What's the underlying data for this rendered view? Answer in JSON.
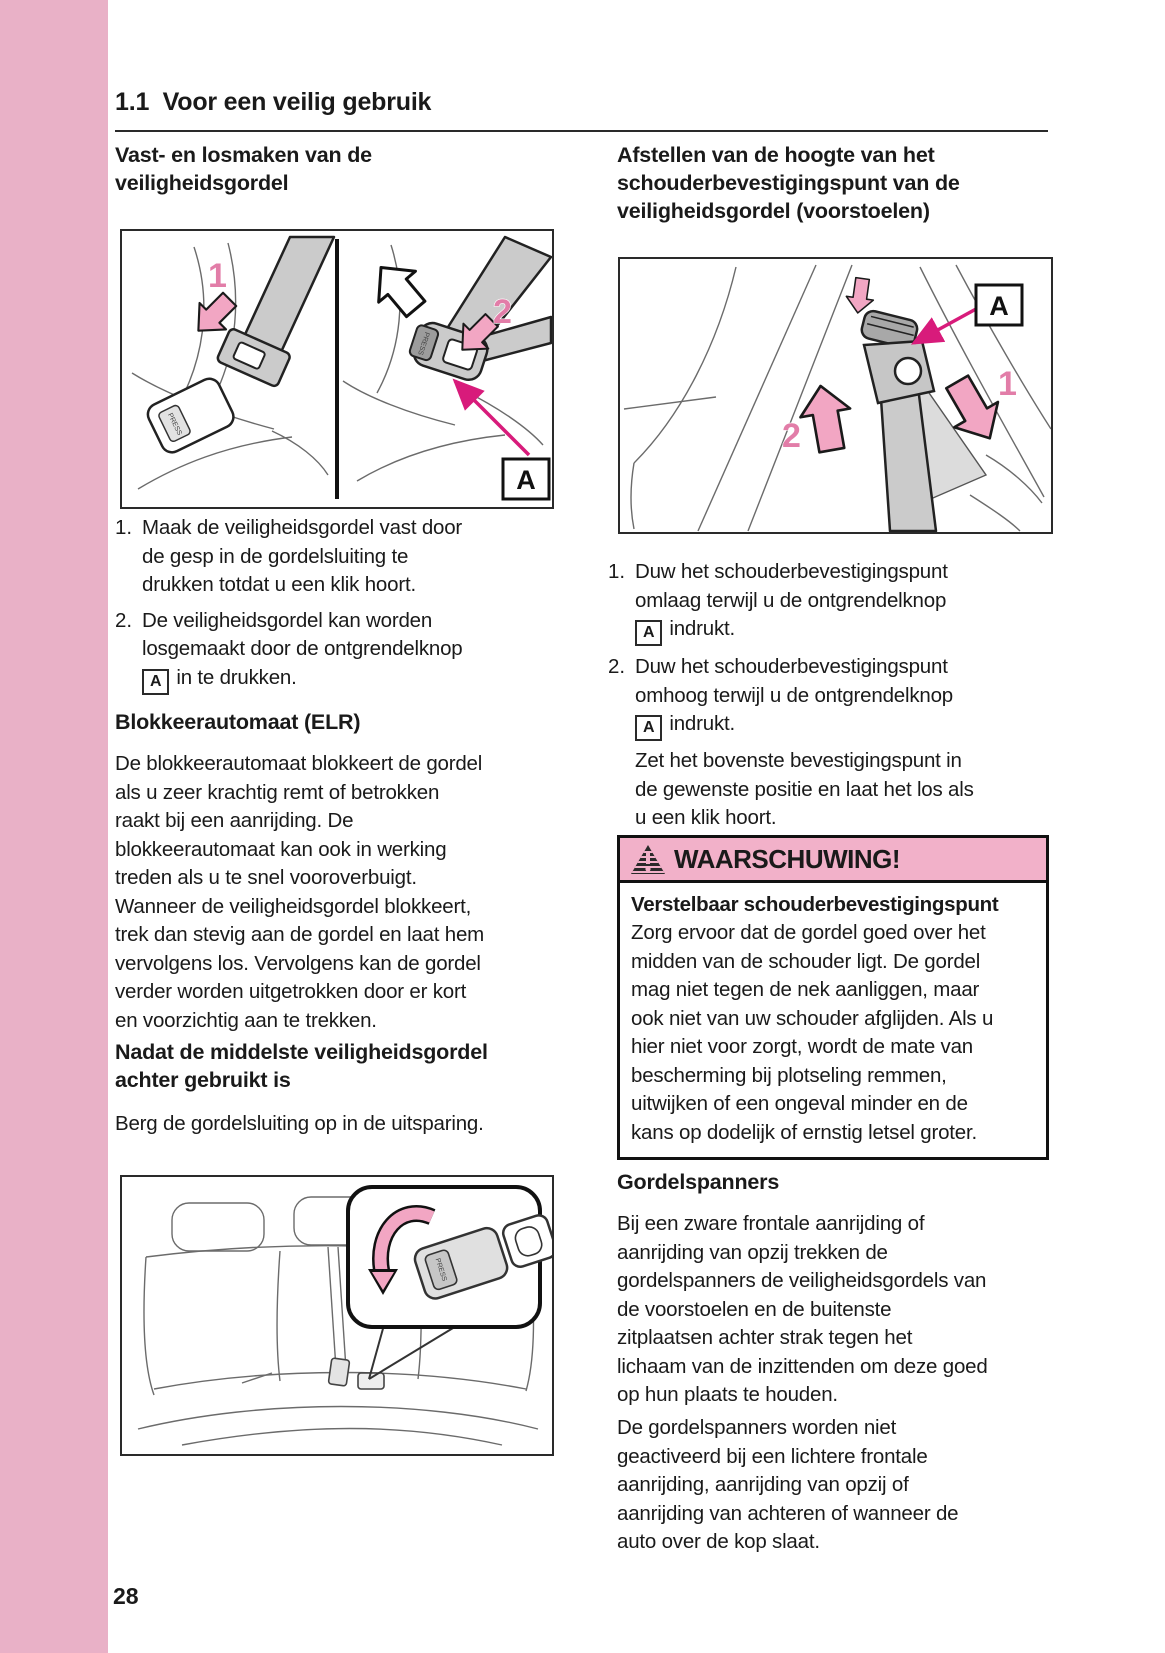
{
  "page": {
    "section_header": "1.1  Voor een veilig gebruik",
    "page_number": "28"
  },
  "colors": {
    "sidebar_pink": "#e9b1c7",
    "warning_header_pink": "#f2b1c9",
    "arrow_fill_pink": "#f2a6c3",
    "figure_label_pink": "#e27da8",
    "pointer_magenta": "#d81b7b",
    "text_black": "#1a1a1a"
  },
  "left": {
    "heading": "Vast- en losmaken van de\nveiligheidsgordel",
    "fig1": {
      "step1": "1",
      "step2": "2",
      "callout": "A",
      "press_label": "PRESS"
    },
    "list": {
      "item1_num": "1.",
      "item1": "Maak de veiligheidsgordel vast door\nde gesp in de gordelsluiting te\ndrukken totdat u een klik hoort.",
      "item2_num": "2.",
      "item2_before": "De veiligheidsgordel kan worden\nlosgemaakt door de ontgrendelknop\n",
      "item2_label": "A",
      "item2_after": "in te drukken."
    },
    "elr_heading": "Blokkeerautomaat (ELR)",
    "elr_body": "De blokkeerautomaat blokkeert de gordel\nals u zeer krachtig remt of betrokken\nraakt bij een aanrijding. De\nblokkeerautomaat kan ook in werking\ntreden als u te snel vooroverbuigt.\nWanneer de veiligheidsgordel blokkeert,\ntrek dan stevig aan de gordel en laat hem\nvervolgens los. Vervolgens kan de gordel\nverder worden uitgetrokken door er kort\nen voorzichtig aan te trekken.",
    "middle_heading": "Nadat de middelste veiligheidsgordel\nachter gebruikt is",
    "middle_body": "Berg de gordelsluiting op in de uitsparing.",
    "fig2": {
      "press_label": "PRESS"
    }
  },
  "right": {
    "heading": "Afstellen van de hoogte van het\nschouderbevestigingspunt van de\nveiligheidsgordel (voorstoelen)",
    "fig3": {
      "step1": "1",
      "step2": "2",
      "callout": "A"
    },
    "list": {
      "item1_num": "1.",
      "item1_before": "Duw het schouderbevestigingspunt\nomlaag terwijl u de ontgrendelknop\n",
      "item1_label": "A",
      "item1_after": "indrukt.",
      "item2_num": "2.",
      "item2_before": "Duw het schouderbevestigingspunt\nomhoog terwijl u de ontgrendelknop\n",
      "item2_label": "A",
      "item2_after": "indrukt.",
      "item2_extra": "Zet het bovenste bevestigingspunt in\nde gewenste positie en laat het los als\nu een klik hoort."
    },
    "warning": {
      "title": "WAARSCHUWING!",
      "subheading": "Verstelbaar schouderbevestigingspunt",
      "body": "Zorg ervoor dat de gordel goed over het\nmidden van de schouder ligt. De gordel\nmag niet tegen de nek aanliggen, maar\nook niet van uw schouder afglijden. Als u\nhier niet voor zorgt, wordt de mate van\nbescherming bij plotseling remmen,\nuitwijken of een ongeval minder en de\nkans op dodelijk of ernstig letsel groter."
    },
    "tensioner_heading": "Gordelspanners",
    "tensioner_p1": "Bij een zware frontale aanrijding of\naanrijding van opzij trekken de\ngordelspanners de veiligheidsgordels van\nde voorstoelen en de buitenste\nzitplaatsen achter strak tegen het\nlichaam van de inzittenden om deze goed\nop hun plaats te houden.",
    "tensioner_p2": "De gordelspanners worden niet\ngeactiveerd bij een lichtere frontale\naanrijding, aanrijding van opzij of\naanrijding van achteren of wanneer de\nauto over de kop slaat."
  }
}
